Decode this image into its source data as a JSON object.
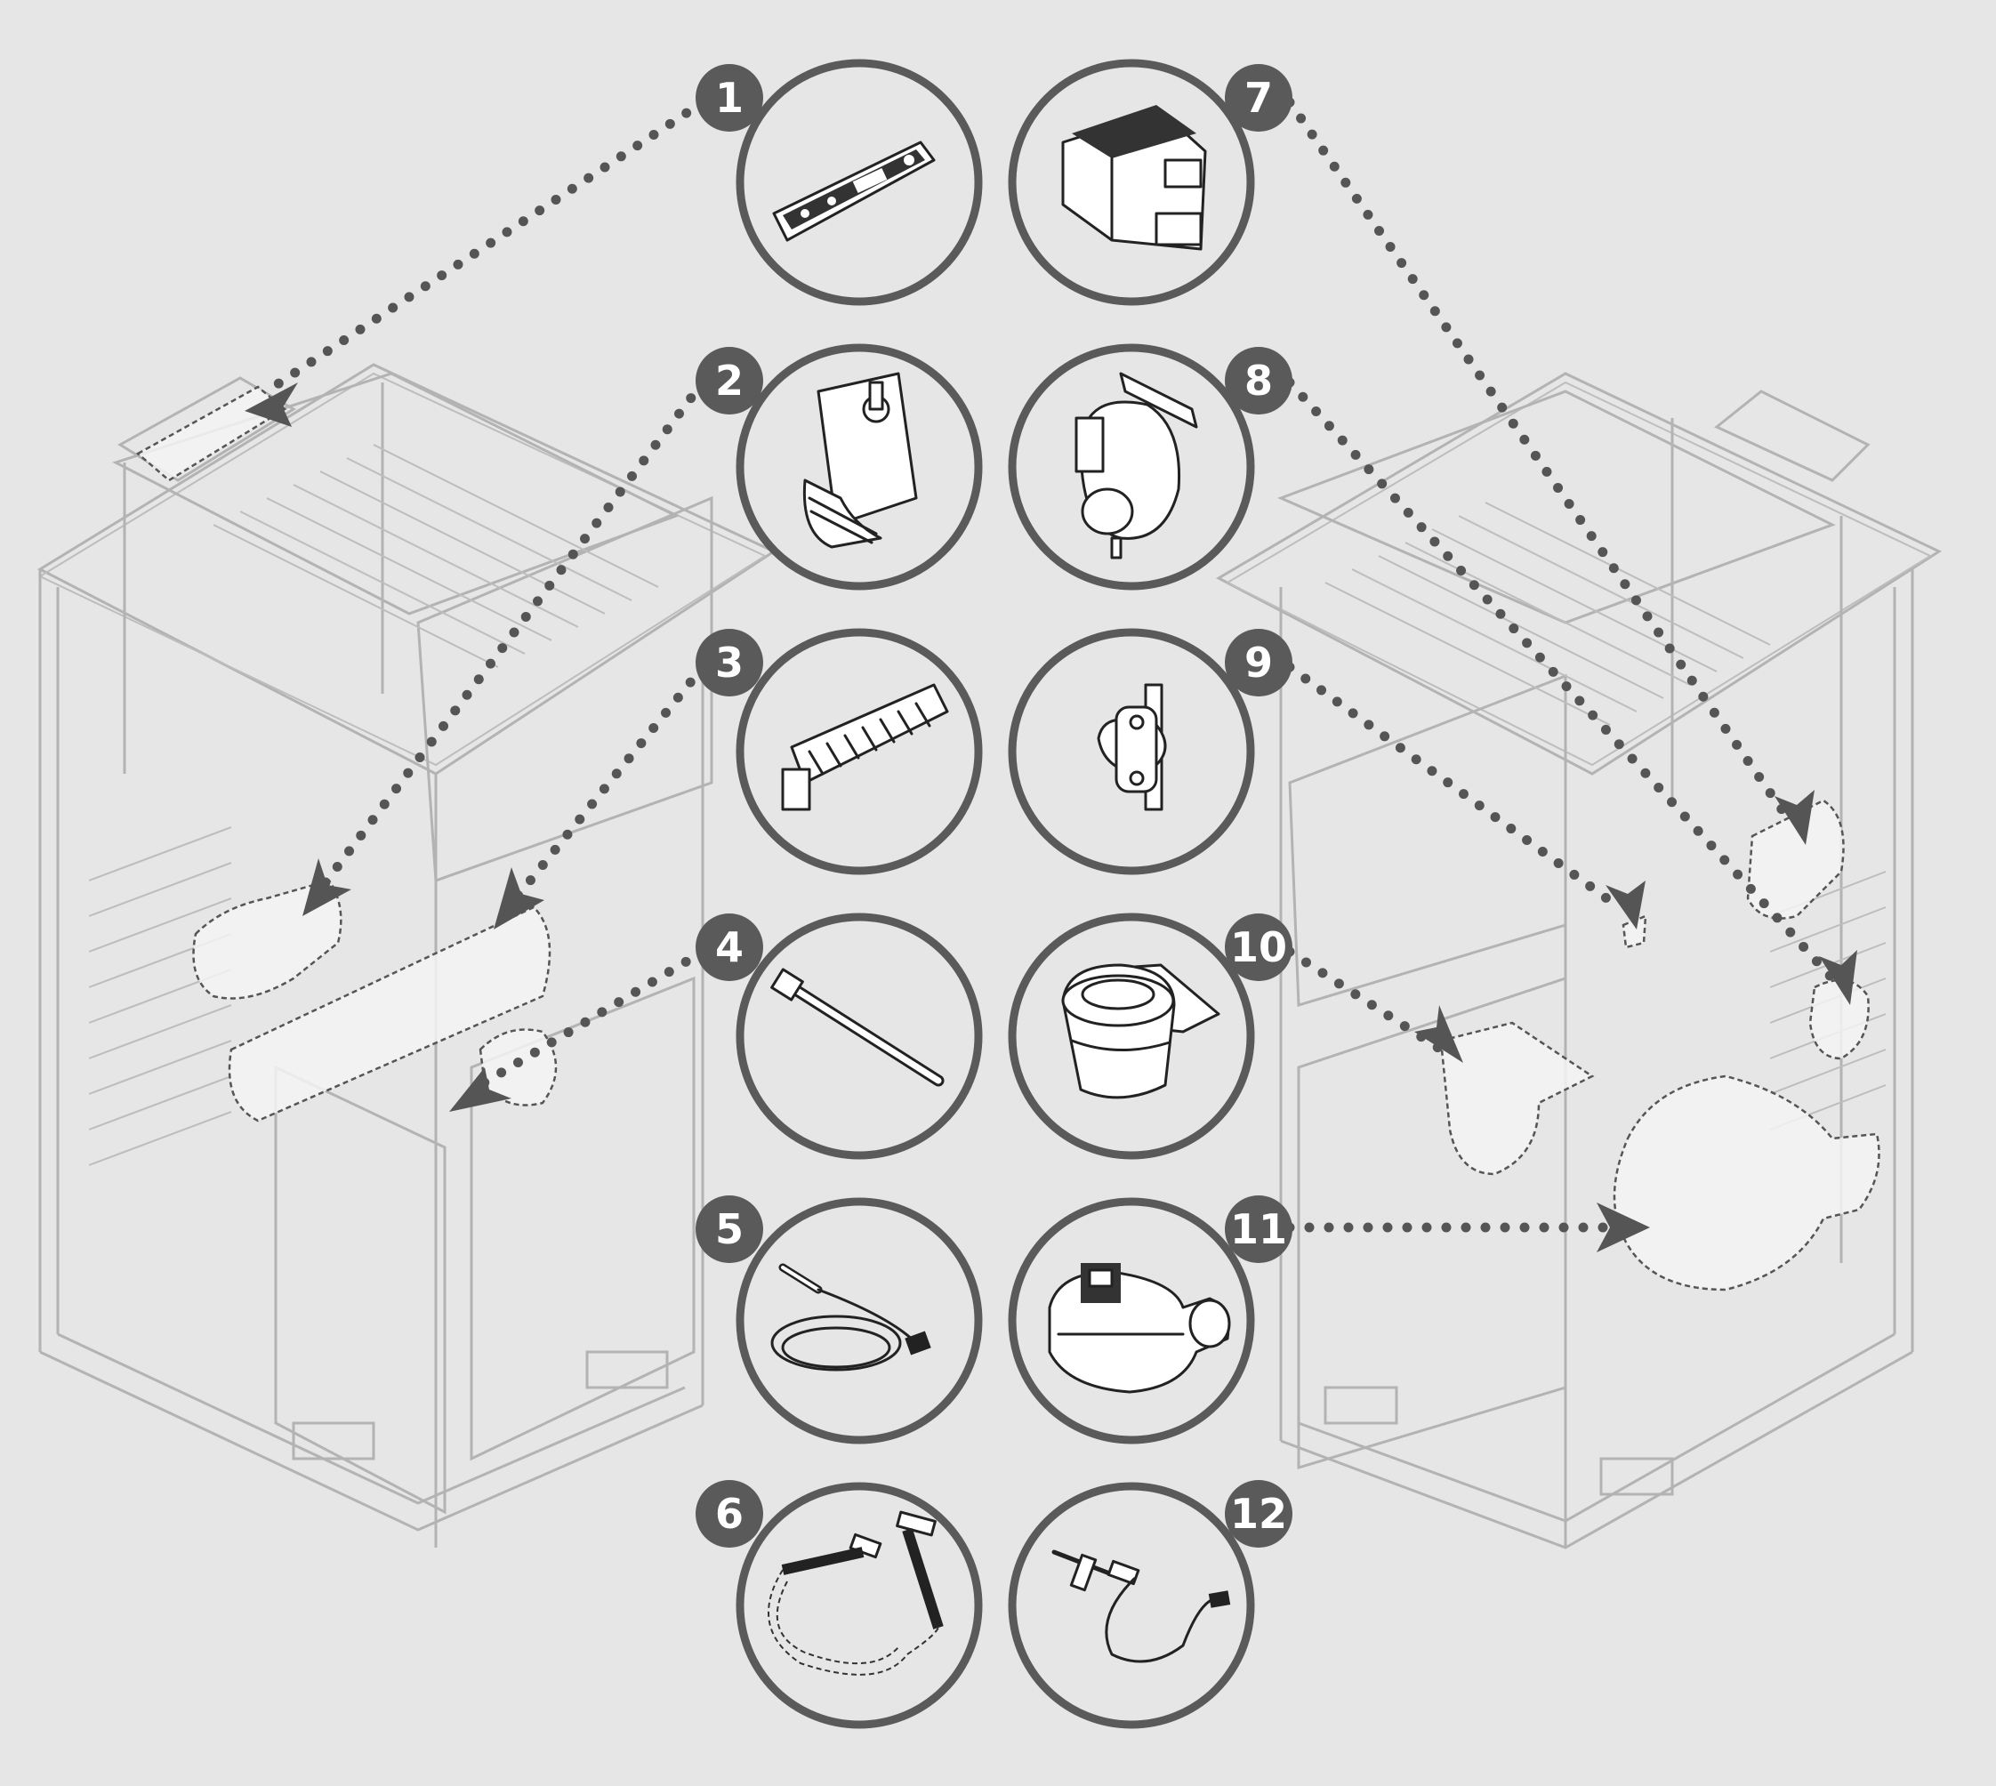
{
  "diagram": {
    "callouts": [
      {
        "number": "1",
        "part_icon": "control-panel-icon"
      },
      {
        "number": "2",
        "part_icon": "gear-motor-icon"
      },
      {
        "number": "3",
        "part_icon": "convection-blower-icon"
      },
      {
        "number": "4",
        "part_icon": "igniter-rod-icon"
      },
      {
        "number": "5",
        "part_icon": "temperature-probe-icon"
      },
      {
        "number": "6",
        "part_icon": "ribbon-cable-icon"
      },
      {
        "number": "7",
        "part_icon": "control-board-icon"
      },
      {
        "number": "8",
        "part_icon": "pressure-switch-icon"
      },
      {
        "number": "9",
        "part_icon": "thermal-switch-icon"
      },
      {
        "number": "10",
        "part_icon": "burn-pot-icon"
      },
      {
        "number": "11",
        "part_icon": "combustion-blower-icon"
      },
      {
        "number": "12",
        "part_icon": "thermocouple-icon"
      }
    ],
    "colors": {
      "background": "#e6e6e6",
      "badge": "#5a5a5a",
      "ring": "#5a5a5a",
      "frame_lines": "#b3b3b3"
    }
  }
}
